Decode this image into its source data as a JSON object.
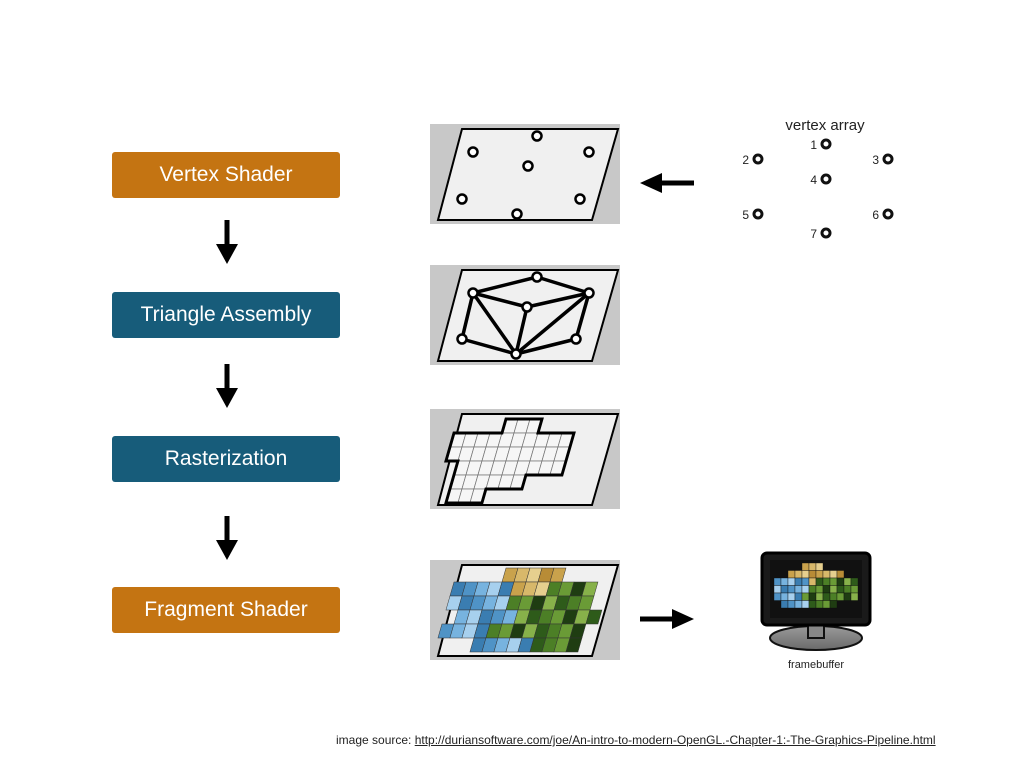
{
  "pipeline": {
    "stages": [
      {
        "label": "Vertex Shader",
        "color": "#c47412"
      },
      {
        "label": "Triangle Assembly",
        "color": "#175c7a"
      },
      {
        "label": "Rasterization",
        "color": "#175c7a"
      },
      {
        "label": "Fragment Shader",
        "color": "#c47412"
      }
    ]
  },
  "vertex_array": {
    "title": "vertex array",
    "vertices": [
      "1",
      "2",
      "3",
      "4",
      "5",
      "6",
      "7"
    ]
  },
  "monitor": {
    "caption": "framebuffer"
  },
  "footer": {
    "prefix": "image source: ",
    "link": "http://duriansoftware.com/joe/An-intro-to-modern-OpenGL.-Chapter-1:-The-Graphics-Pipeline.html"
  },
  "colors": {
    "orange": "#c47412",
    "blue": "#175c7a",
    "panel_bg": "#c8c8c8"
  }
}
